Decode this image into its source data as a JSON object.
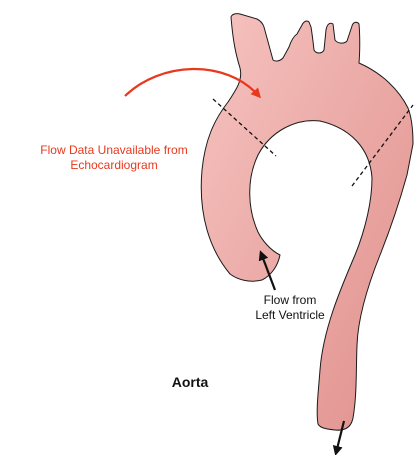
{
  "diagram": {
    "annotation": {
      "line1": "Flow Data Unavailable from",
      "line2": "Echocardiogram",
      "color": "#e8391d"
    },
    "flow_label": {
      "line1": "Flow from",
      "line2": "Left Ventricle"
    },
    "vessel_label": "Aorta",
    "colors": {
      "vessel_fill_light": "#f6c3c0",
      "vessel_fill_dark": "#e0908c",
      "vessel_outline": "#1a1a1a",
      "arrow_black": "#111111"
    }
  }
}
